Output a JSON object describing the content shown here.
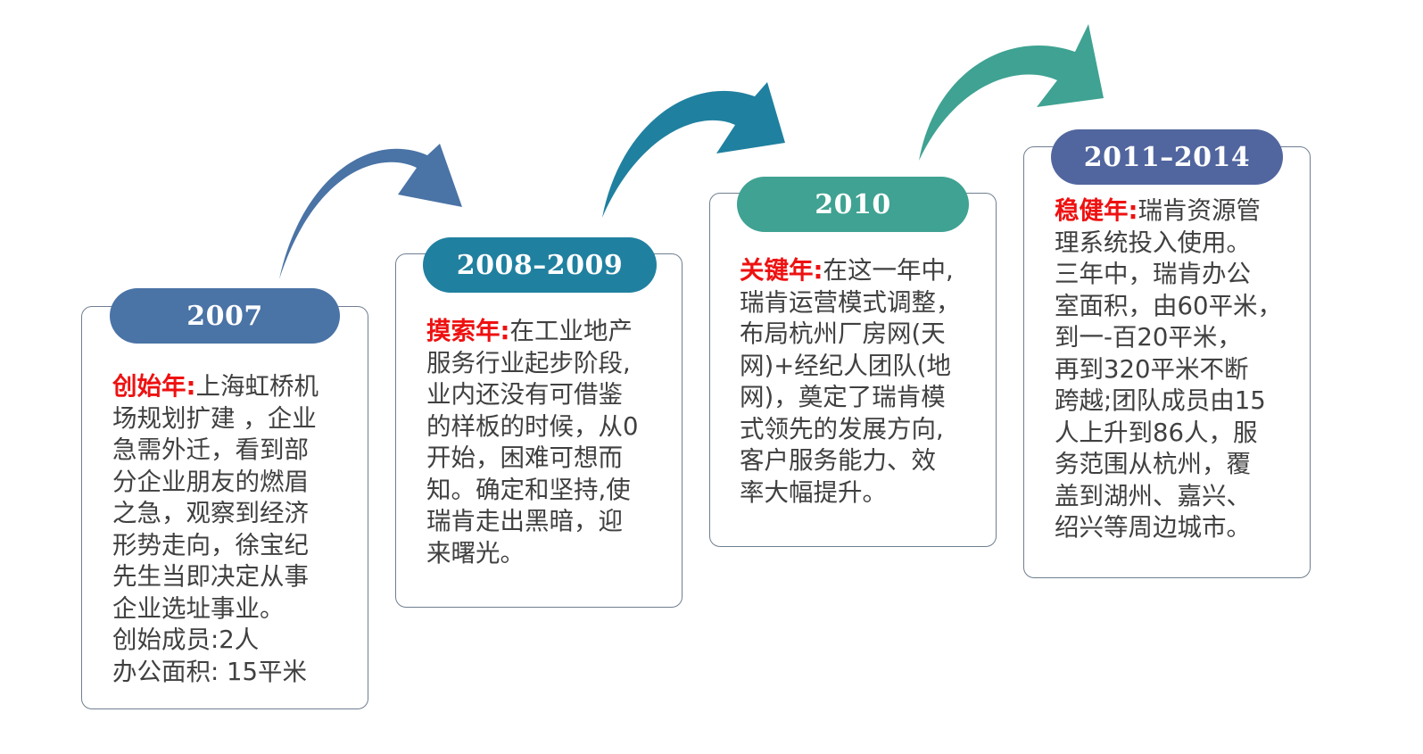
{
  "colors": {
    "stage1": "#4a73a6",
    "stage2": "#2080a0",
    "stage3": "#3fa292",
    "stage4": "#51669f",
    "highlight": "#ee1111",
    "body_text": "#404040"
  },
  "stages": [
    {
      "year": "2007",
      "lead": "创始年:",
      "lines": [
        "上海虹桥机",
        "场规划扩建 ，企业",
        "急需外迁，看到部",
        "分企业朋友的燃眉",
        "之急，观察到经济",
        "形势走向，徐宝纪",
        "先生当即决定从事",
        "企业选址事业。",
        "创始成员:2人",
        "办公面积: 15平米"
      ]
    },
    {
      "year": "2008–2009",
      "lead": "摸索年:",
      "lines": [
        "在工业地产",
        "服务行业起步阶段,",
        "业内还没有可借鉴",
        "的样板的时候，从0",
        "开始，困难可想而",
        "知。确定和坚持,使",
        "瑞肯走出黑暗，迎",
        "来曙光。"
      ]
    },
    {
      "year": "2010",
      "lead": "关键年:",
      "lines": [
        "在这一年中,",
        "瑞肯运营模式调整，",
        "布局杭州厂房网(天",
        "网)+经纪人团队(地",
        "网)，奠定了瑞肯模",
        "式领先的发展方向,",
        "客户服务能力、效",
        "率大幅提升。"
      ]
    },
    {
      "year": "2011–2014",
      "lead": "稳健年:",
      "lines": [
        "瑞肯资源管",
        "理系统投入使用。",
        "三年中，瑞肯办公",
        "室面积，由60平米，",
        "到一-百20平米，",
        "再到320平米不断",
        "跨越;团队成员由15",
        "人上升到86人，服",
        "务范围从杭州，覆",
        "盖到湖州、嘉兴、",
        "绍兴等周边城市。"
      ]
    }
  ]
}
